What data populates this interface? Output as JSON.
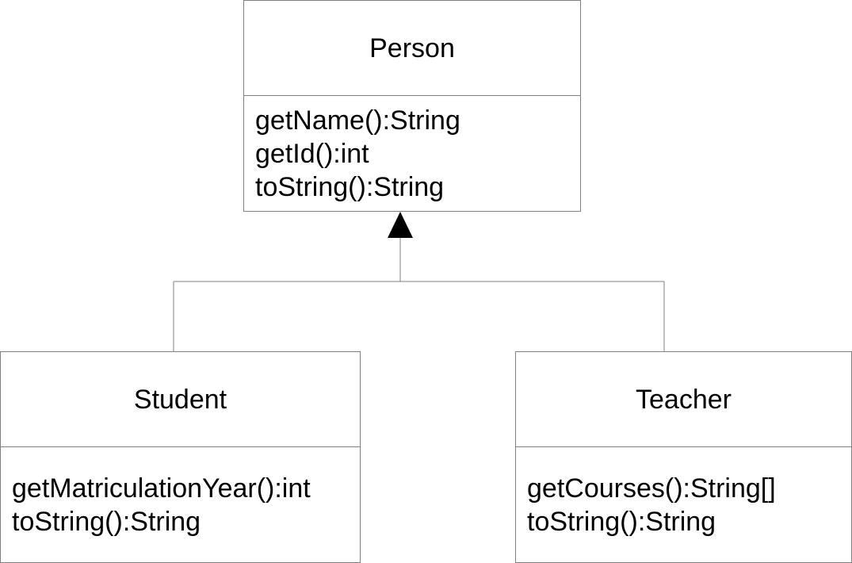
{
  "classes": {
    "person": {
      "name": "Person",
      "methods": [
        "getName():String",
        "getId():int",
        "toString():String"
      ]
    },
    "student": {
      "name": "Student",
      "methods": [
        "getMatriculationYear():int",
        "toString():String"
      ]
    },
    "teacher": {
      "name": "Teacher",
      "methods": [
        "getCourses():String[]",
        "toString():String"
      ]
    }
  },
  "relationships": [
    {
      "type": "generalization",
      "from": "Student",
      "to": "Person"
    },
    {
      "type": "generalization",
      "from": "Teacher",
      "to": "Person"
    }
  ],
  "colors": {
    "border": "#808080",
    "line": "#808080",
    "arrowhead": "#000000",
    "text": "#000000",
    "background": "#ffffff"
  }
}
